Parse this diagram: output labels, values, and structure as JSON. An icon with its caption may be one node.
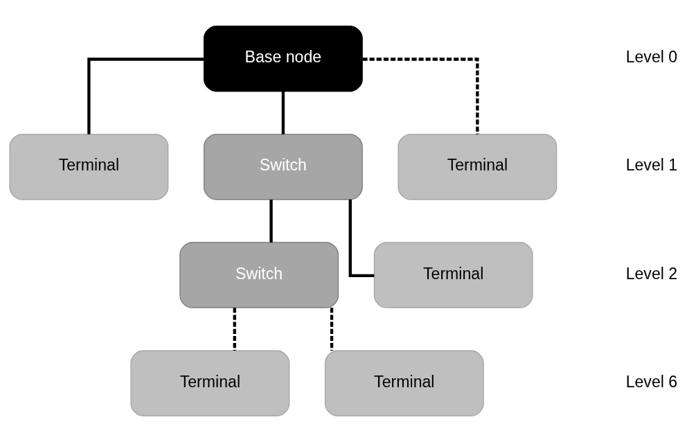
{
  "diagram": {
    "nodes": [
      {
        "text": [
          "Base node"
        ]
      },
      {
        "text": [
          "Terminal"
        ]
      },
      {
        "text": [
          "Switch"
        ]
      },
      {
        "text": [
          "Terminal"
        ]
      },
      {
        "text": [
          "Switch"
        ]
      },
      {
        "text": [
          "Terminal"
        ]
      },
      {
        "text": [
          "Terminal"
        ]
      },
      {
        "text": [
          "Terminal"
        ]
      }
    ],
    "edges": [
      {
        "from": 0,
        "to": 1,
        "arrow": "none"
      },
      {
        "from": 0,
        "to": 2,
        "arrow": "none"
      },
      {
        "from": 0,
        "to": 3,
        "arrow": "none",
        "style": "dashed"
      },
      {
        "from": 2,
        "to": 4,
        "arrow": "none"
      },
      {
        "from": 2,
        "to": 5,
        "arrow": "none"
      },
      {
        "from": 4,
        "to": 6,
        "arrow": "none",
        "style": "dashed"
      },
      {
        "from": 4,
        "to": 7,
        "arrow": "none",
        "style": "dashed"
      }
    ],
    "labels": [
      "Level 0",
      "Level 1",
      "Level 2",
      "Level 6"
    ]
  }
}
